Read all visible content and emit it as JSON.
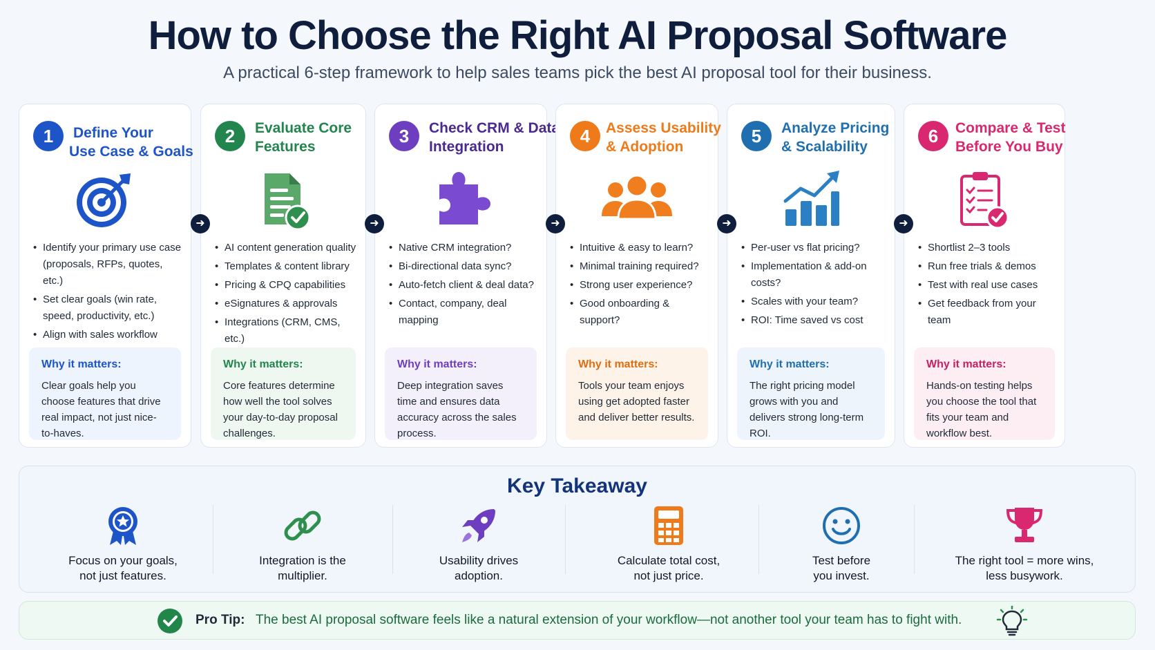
{
  "header": {
    "title": "How to Choose the Right AI Proposal Software",
    "subtitle": "A practical 6-step framework to help sales teams pick the best AI proposal tool for their business."
  },
  "steps": [
    {
      "number": "1",
      "title_line1": "Define Your",
      "title_line2": "Use Case & Goals",
      "color": "#1d54c7",
      "icon": "target-icon",
      "bullets": [
        "Identify your primary use case (proposals, RFPs, quotes, etc.)",
        "Set clear goals (win rate, speed, productivity, etc.)",
        "Align with sales workflow"
      ],
      "why_title": "Why it matters:",
      "why_text": "Clear goals help you choose features that drive real impact, not just nice-to-haves."
    },
    {
      "number": "2",
      "title_line1": "Evaluate Core",
      "title_line2": "Features",
      "color": "#23854e",
      "icon": "document-check-icon",
      "bullets": [
        "AI content generation quality",
        "Templates & content library",
        "Pricing & CPQ capabilities",
        "eSignatures & approvals",
        "Integrations (CRM, CMS, etc.)"
      ],
      "why_title": "Why it matters:",
      "why_text": "Core features determine how well the tool solves your day-to-day proposal challenges."
    },
    {
      "number": "3",
      "title_line1": "Check CRM & Data",
      "title_line2": "Integration",
      "color": "#6d3fc0",
      "icon": "puzzle-icon",
      "bullets": [
        "Native CRM integration?",
        "Bi-directional data sync?",
        "Auto-fetch client & deal data?",
        "Contact, company, deal mapping"
      ],
      "why_title": "Why it matters:",
      "why_text": "Deep integration saves time and ensures data accuracy across the sales process."
    },
    {
      "number": "4",
      "title_line1": "Assess Usability",
      "title_line2": "& Adoption",
      "color": "#ef7a1a",
      "icon": "team-icon",
      "bullets": [
        "Intuitive & easy to learn?",
        "Minimal training required?",
        "Strong user experience?",
        "Good onboarding & support?"
      ],
      "why_title": "Why it matters:",
      "why_text": "Tools your team enjoys using get adopted faster and deliver better results."
    },
    {
      "number": "5",
      "title_line1": "Analyze Pricing",
      "title_line2": "& Scalability",
      "color": "#1f6fb0",
      "icon": "growth-chart-icon",
      "bullets": [
        "Per-user vs flat pricing?",
        "Implementation & add-on costs?",
        "Scales with your team?",
        "ROI: Time saved vs cost"
      ],
      "why_title": "Why it matters:",
      "why_text": "The right pricing model grows with you and delivers strong long-term ROI."
    },
    {
      "number": "6",
      "title_line1": "Compare & Test",
      "title_line2": "Before You Buy",
      "color": "#d9286f",
      "icon": "checklist-icon",
      "bullets": [
        "Shortlist 2–3 tools",
        "Run free trials & demos",
        "Test with real use cases",
        "Get feedback from your team"
      ],
      "why_title": "Why it matters:",
      "why_text": "Hands-on testing helps you choose the tool that fits your team and workflow best."
    }
  ],
  "takeaway": {
    "title": "Key Takeaway",
    "items": [
      {
        "line1": "Focus on your goals,",
        "line2": "not just features.",
        "icon": "award-ribbon-icon"
      },
      {
        "line1": "Integration is the",
        "line2": "multiplier.",
        "icon": "link-icon"
      },
      {
        "line1": "Usability drives",
        "line2": "adoption.",
        "icon": "rocket-icon"
      },
      {
        "line1": "Calculate total cost,",
        "line2": "not just price.",
        "icon": "calculator-icon"
      },
      {
        "line1": "Test before",
        "line2": "you invest.",
        "icon": "smiley-icon"
      },
      {
        "line1": "The right tool = more wins,",
        "line2": "less busywork.",
        "icon": "trophy-icon"
      }
    ]
  },
  "protip": {
    "label": "Pro Tip:",
    "text": "The best AI proposal software feels like a natural extension of your workflow—not another tool your team has to fight with."
  }
}
